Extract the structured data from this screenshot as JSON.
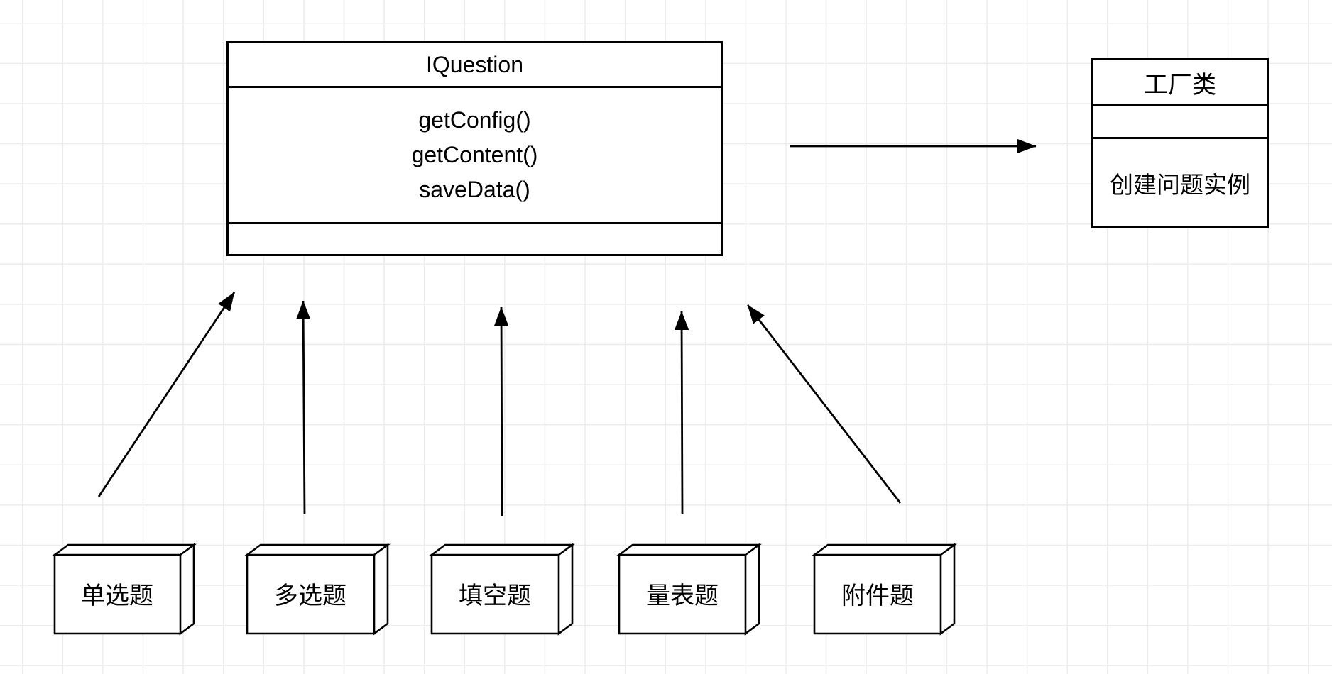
{
  "canvas": {
    "background": "#ffffff",
    "grid_color": "#ececee",
    "line_color": "#000000"
  },
  "interface_class": {
    "title": "IQuestion",
    "methods": [
      "getConfig()",
      "getContent()",
      "saveData()"
    ]
  },
  "factory_class": {
    "title": "工厂类",
    "description": "创建问题实例"
  },
  "question_types": [
    {
      "label": "单选题"
    },
    {
      "label": "多选题"
    },
    {
      "label": "填空题"
    },
    {
      "label": "量表题"
    },
    {
      "label": "附件题"
    }
  ]
}
